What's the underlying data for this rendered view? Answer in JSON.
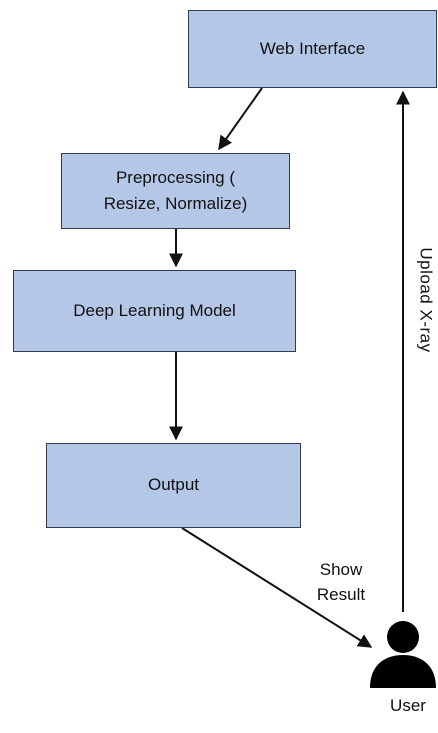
{
  "diagram": {
    "nodes": {
      "web_interface": "Web Interface",
      "preprocessing_line1": "Preprocessing (",
      "preprocessing_line2": "Resize, Normalize)",
      "deep_learning_model": "Deep Learning Model",
      "output": "Output",
      "user": "User"
    },
    "edges": {
      "show_result_line1": "Show",
      "show_result_line2": "Result",
      "upload": "Upload X-ray"
    },
    "colors": {
      "box_fill": "#b4c7e7",
      "box_border": "#2f3b52",
      "line": "#111111",
      "user_icon": "#000000"
    },
    "icons": [
      "user-icon"
    ]
  }
}
